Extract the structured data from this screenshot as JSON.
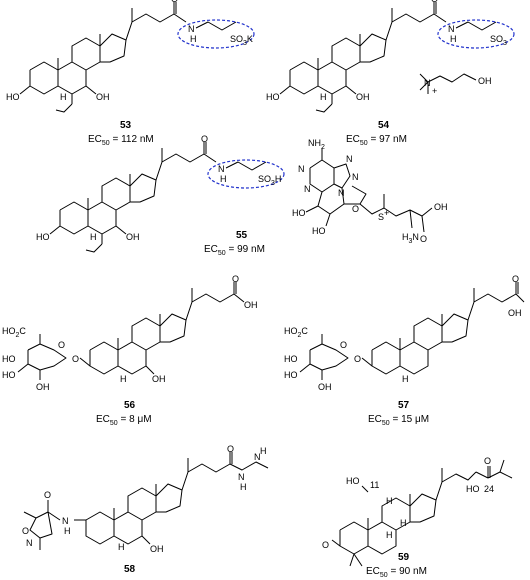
{
  "compounds": [
    {
      "id": "53",
      "number": "53",
      "ec50_prefix": "EC",
      "ec50_sub": "50",
      "ec50_value": " = 112 nM",
      "labels": {
        "ho1": "HO",
        "oh1": "OH",
        "h1": "H",
        "n": "N",
        "h_n": "H",
        "so3": "SO",
        "so3_sub": "3",
        "k": "K",
        "o": "O"
      }
    },
    {
      "id": "54",
      "number": "54",
      "ec50_prefix": "EC",
      "ec50_sub": "50",
      "ec50_value": " = 97 nM",
      "labels": {
        "ho1": "HO",
        "oh1": "OH",
        "h1": "H",
        "n": "N",
        "h_n": "H",
        "so3": "SO",
        "so3_sub": "3",
        "o": "O",
        "n_plus": "N",
        "plus": "+",
        "oh_chol": "OH"
      }
    },
    {
      "id": "55",
      "number": "55",
      "ec50_prefix": "EC",
      "ec50_sub": "50",
      "ec50_value": " = 99 nM",
      "labels": {
        "ho1": "HO",
        "oh1": "OH",
        "h1": "H",
        "n": "N",
        "h_n": "H",
        "so3": "SO",
        "so3_sub": "3",
        "h_acid": "H",
        "o": "O",
        "nh2": "NH",
        "nh2_sub": "2",
        "n_ad1": "N",
        "n_ad2": "N",
        "n_ad3": "N",
        "n_ad4": "N",
        "n_ad5": "N",
        "oh_r1": "HO",
        "oh_r2": "HO",
        "o_r": "O",
        "s": "S",
        "plus": "+",
        "h3n": "H",
        "n_am": "N",
        "oh_acid": "OH",
        "o_acid": "O"
      }
    },
    {
      "id": "56",
      "number": "56",
      "ec50_prefix": "EC",
      "ec50_sub": "50",
      "ec50_value": " = 8 μM",
      "labels": {
        "ho2c": "HO",
        "ho2c_sub": "2",
        "ho2c_c": "C",
        "ho_a": "HO",
        "ho_b": "HO",
        "oh_c": "OH",
        "o_ring": "O",
        "o_link": "O",
        "h1": "H",
        "oh1": "OH",
        "oh_acid": "OH",
        "o": "O"
      }
    },
    {
      "id": "57",
      "number": "57",
      "ec50_prefix": "EC",
      "ec50_sub": "50",
      "ec50_value": " = 15 μM",
      "labels": {
        "ho2c": "HO",
        "ho2c_sub": "2",
        "ho2c_c": "C",
        "ho_a": "HO",
        "ho_b": "HO",
        "oh_c": "OH",
        "o_ring": "O",
        "o_link": "O",
        "h1": "H",
        "oh_acid": "OH",
        "o": "O"
      }
    },
    {
      "id": "58",
      "number": "58",
      "labels": {
        "o": "O",
        "nh1": "N",
        "h1": "H",
        "nh2": "N",
        "h2": "H",
        "n_ring": "N",
        "o_ring": "O",
        "o_amide": "O",
        "n_amide": "N",
        "h_amide": "H",
        "oh1": "OH",
        "h_jn": "H"
      }
    },
    {
      "id": "59",
      "number": "59",
      "ec50_prefix": "EC",
      "ec50_sub": "50",
      "ec50_value": " = 90 nM",
      "labels": {
        "ho": "HO",
        "c11": "11",
        "h_a": "H",
        "o_ketone": "O",
        "oh": "HO",
        "c24": "24",
        "o_top": "O",
        "h_b": "H",
        "h_c": "H"
      }
    }
  ]
}
